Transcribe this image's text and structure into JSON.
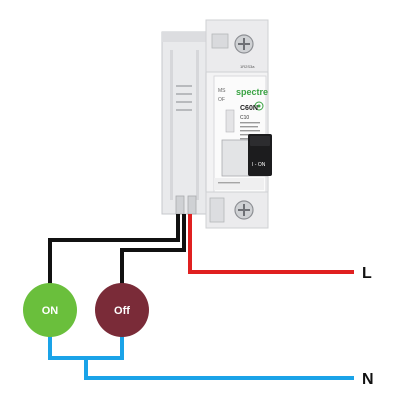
{
  "breaker": {
    "brand": "spectre",
    "model": "C60N",
    "rating": "C10",
    "ms_label": "MS",
    "off_label": "OF",
    "toggle_state": "I - ON",
    "top_tag": "1R2S3a"
  },
  "buttons": {
    "on_label": "ON",
    "off_label": "Off",
    "on_color": "#6abf3c",
    "off_color": "#7a2b38"
  },
  "terminals": {
    "line_label": "L",
    "neutral_label": "N"
  },
  "wires": {
    "line_color": "#e02020",
    "neutral_color": "#1aa3e8",
    "control_color": "#111111"
  }
}
